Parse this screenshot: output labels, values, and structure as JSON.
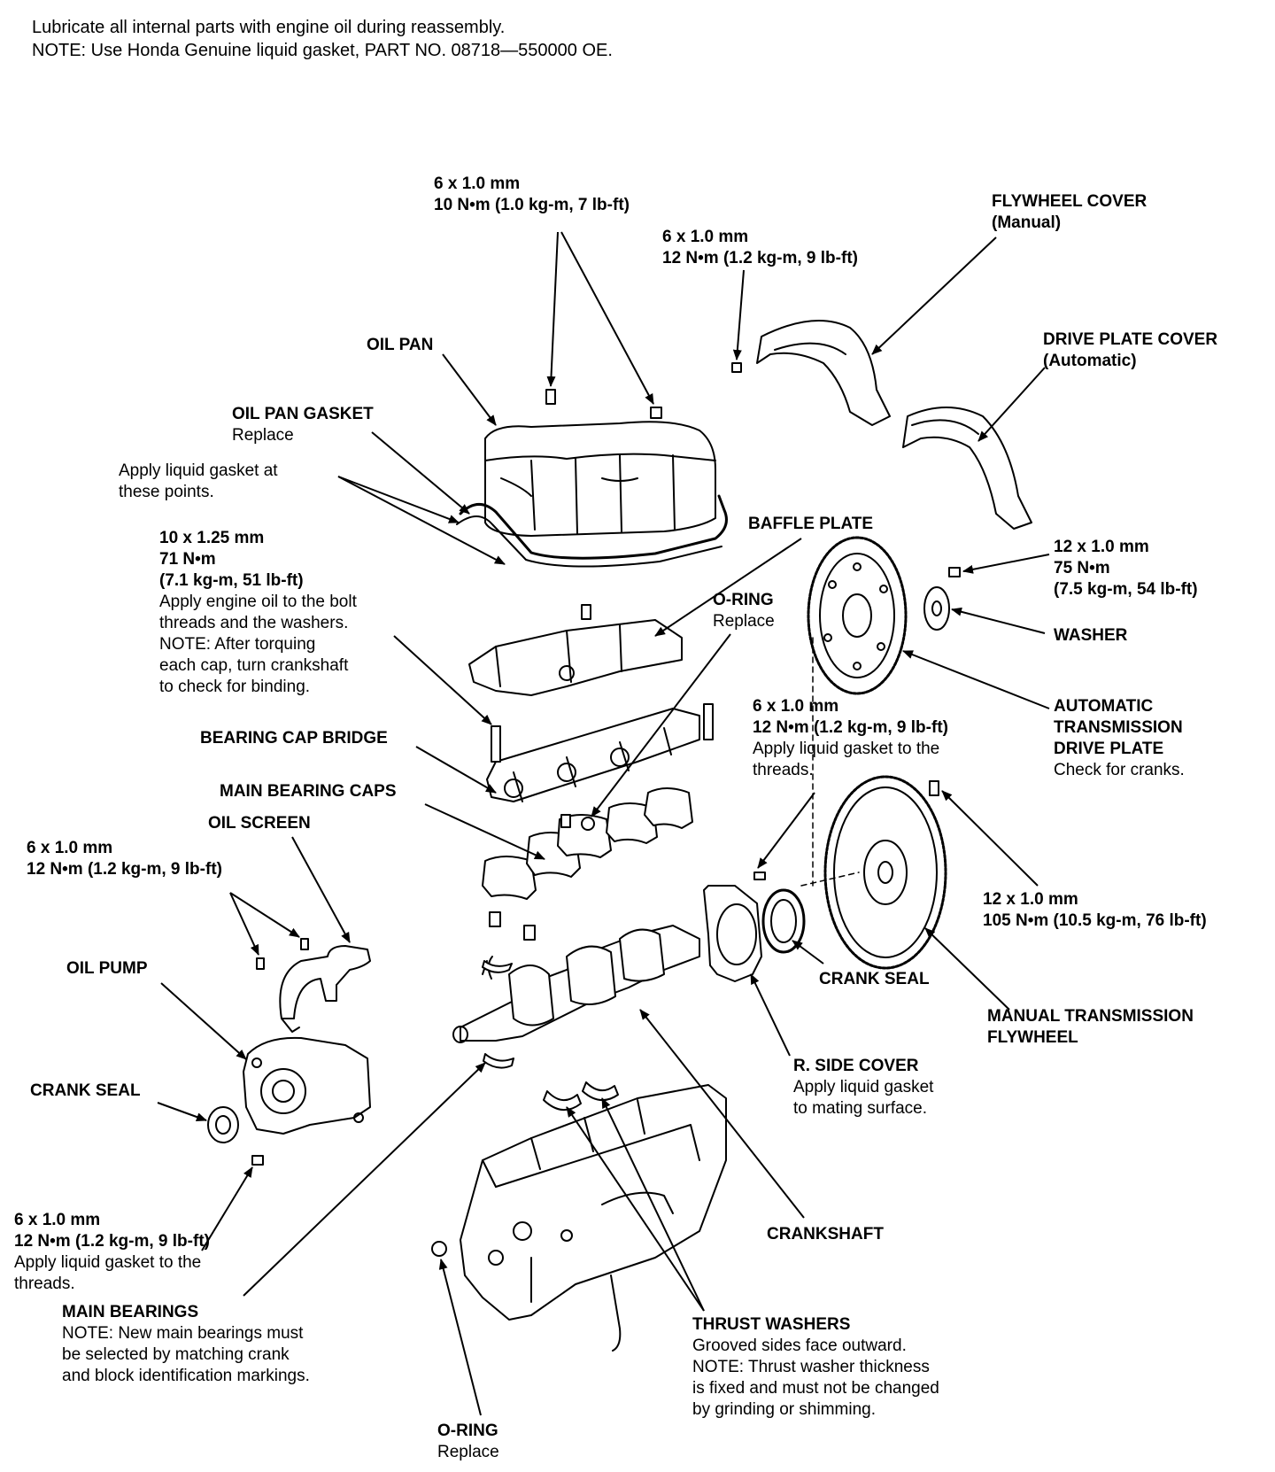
{
  "header": {
    "line1": "Lubricate all internal parts with engine oil during reassembly.",
    "line2": "NOTE:  Use Honda Genuine liquid gasket, PART NO. 08718—550000 OE."
  },
  "labels": {
    "bolt_pan_top": {
      "l1": "6 x 1.0 mm",
      "l2": "10 N•m (1.0 kg-m, 7 lb-ft)"
    },
    "bolt_fw_cover": {
      "l1": "6 x 1.0 mm",
      "l2": "12 N•m (1.2 kg-m, 9 lb-ft)"
    },
    "flywheel_cover": {
      "l1": "FLYWHEEL COVER",
      "l2": "(Manual)"
    },
    "drive_plate_cover": {
      "l1": "DRIVE PLATE COVER",
      "l2": "(Automatic)"
    },
    "oil_pan": {
      "l1": "OIL PAN"
    },
    "oil_pan_gasket": {
      "l1": "OIL PAN GASKET",
      "l2": "Replace"
    },
    "apply_gasket_points": {
      "l1": "Apply liquid gasket at",
      "l2": "these points."
    },
    "cap_bolt": {
      "l1": "10 x 1.25 mm",
      "l2": "71 N•m",
      "l3": "(7.1 kg-m, 51 lb-ft)",
      "l4": "Apply engine oil to the bolt",
      "l5": "threads and the washers.",
      "l6": "NOTE: After torquing",
      "l7": "each cap, turn crankshaft",
      "l8": "to check for binding."
    },
    "baffle_plate": {
      "l1": "BAFFLE PLATE"
    },
    "o_ring_top": {
      "l1": "O-RING",
      "l2": "Replace"
    },
    "bolt_drive_plate": {
      "l1": "12 x 1.0 mm",
      "l2": "75 N•m",
      "l3": "(7.5 kg-m, 54 lb-ft)"
    },
    "washer": {
      "l1": "WASHER"
    },
    "at_drive_plate": {
      "l1": "AUTOMATIC",
      "l2": "TRANSMISSION",
      "l3": "DRIVE PLATE",
      "l4": "Check for cranks."
    },
    "bolt_side_cover": {
      "l1": "6 x 1.0 mm",
      "l2": "12 N•m (1.2 kg-m, 9 lb-ft)",
      "l3": "Apply liquid gasket to the",
      "l4": "threads."
    },
    "bearing_cap_bridge": {
      "l1": "BEARING CAP BRIDGE"
    },
    "main_bearing_caps": {
      "l1": "MAIN BEARING CAPS"
    },
    "oil_screen": {
      "l1": "OIL SCREEN"
    },
    "bolt_screen": {
      "l1": "6 x 1.0 mm",
      "l2": "12 N•m (1.2 kg-m, 9 lb-ft)"
    },
    "bolt_flywheel": {
      "l1": "12 x 1.0 mm",
      "l2": "105 N•m (10.5 kg-m, 76 lb-ft)"
    },
    "oil_pump": {
      "l1": "OIL PUMP"
    },
    "crank_seal_right": {
      "l1": "CRANK SEAL"
    },
    "mt_flywheel": {
      "l1": "MANUAL TRANSMISSION",
      "l2": "FLYWHEEL"
    },
    "crank_seal_left": {
      "l1": "CRANK SEAL"
    },
    "r_side_cover": {
      "l1": "R. SIDE COVER",
      "l2": "Apply liquid gasket",
      "l3": "to mating surface."
    },
    "bolt_pump": {
      "l1": "6 x 1.0 mm",
      "l2": "12 N•m (1.2 kg-m, 9 lb-ft)",
      "l3": "Apply liquid gasket to the",
      "l4": "threads."
    },
    "crankshaft": {
      "l1": "CRANKSHAFT"
    },
    "main_bearings": {
      "l1": "MAIN BEARINGS",
      "l2": "NOTE: New main bearings must",
      "l3": "be selected by matching crank",
      "l4": "and block identification markings."
    },
    "thrust_washers": {
      "l1": "THRUST WASHERS",
      "l2": "Grooved sides face outward.",
      "l3": "NOTE: Thrust washer thickness",
      "l4": "is fixed and must not be changed",
      "l5": "by grinding or shimming."
    },
    "o_ring_bottom": {
      "l1": "O-RING",
      "l2": "Replace"
    }
  }
}
